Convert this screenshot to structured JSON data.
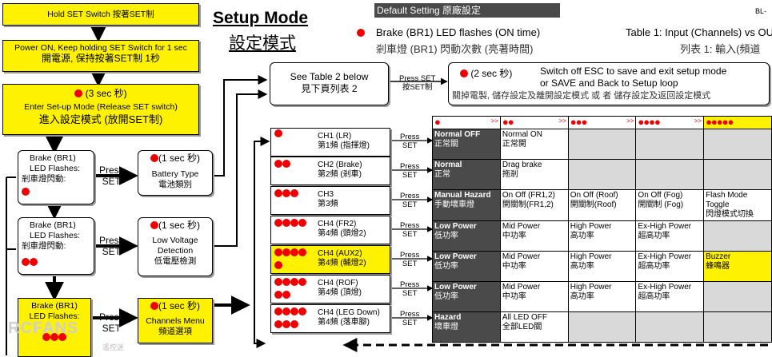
{
  "header": {
    "title": "Setup Mode",
    "title_cn": "設定模式",
    "default_setting": "Default Setting 原廠設定",
    "corner_code": "BL-",
    "legend_en": "Brake (BR1) LED flashes (ON time)",
    "legend_cn": "剎車燈 (BR1) 閃動次數 (亮著時間)",
    "table_title_en": "Table 1: Input (Channels) vs OU",
    "table_title_cn": "列表 1: 輸入(頻道"
  },
  "left_flow": {
    "step1": "Hold SET Switch 按著SET制",
    "step2_en": "Power ON, Keep holding SET Switch for 1 sec",
    "step2_cn": "開電源, 保持按著SET制 1秒",
    "step3_time": "(3 sec 秒)",
    "step3_en": "Enter Set-up Mode (Release SET switch)",
    "step3_cn": "進入設定模式 (放開SET制)",
    "brake_en": "Brake (BR1)",
    "led_flashes": "LED Flashes:",
    "led_cn": "剎車燈閃動:",
    "press": "Press",
    "set": "SET",
    "battery_time": "(1 sec 秒)",
    "battery_en": "Battery Type",
    "battery_cn": "電池類別",
    "lowv_time": "(1 sec 秒)",
    "lowv_en": "Low Voltage",
    "lowv_en2": "Detection",
    "lowv_cn": "低電壓檢測",
    "chan_time": "(1 sec 秒)",
    "chan_en": "Channels Menu",
    "chan_cn": "頻道選項"
  },
  "top_flow": {
    "see_table_en": "See Table 2 below",
    "see_table_cn": "見下頁列表 2",
    "press_set": "Press SET",
    "press_set_cn": "按SET制",
    "save_time": "(2 sec 秒)",
    "save_en1": "Switch off ESC to save and exit setup mode",
    "save_en2": "or SAVE and Back to Setup loop",
    "save_cn": "關掉電製, 儲存設定及離開設定模式 或 者 儲存設定及返回設定模式"
  },
  "channels": [
    {
      "en": "CH1 (LR)",
      "cn": "第1頻 (指揮燈)"
    },
    {
      "en": "CH2 (Brake)",
      "cn": "第2頻 (剎車)"
    },
    {
      "en": "CH3",
      "cn": "第3頻"
    },
    {
      "en": "CH4 (FR2)",
      "cn": "第4頻 (頭燈2)"
    },
    {
      "en": "CH4 (AUX2)",
      "cn": "第4頻 (輔燈2)"
    },
    {
      "en": "CH4 (ROF)",
      "cn": "第4頻 (頂燈)"
    },
    {
      "en": "CH4 (LEG Down)",
      "cn": "第4頻 (落車腳)"
    }
  ],
  "grid": [
    [
      [
        "Normal OFF",
        "正常關"
      ],
      [
        "Normal ON",
        "正常開"
      ],
      [
        "",
        ""
      ],
      [
        "",
        ""
      ],
      [
        "",
        ""
      ]
    ],
    [
      [
        "Normal",
        "正常"
      ],
      [
        "Drag brake",
        "拖剎"
      ],
      [
        "",
        ""
      ],
      [
        "",
        ""
      ],
      [
        "",
        ""
      ]
    ],
    [
      [
        "Manual Hazard",
        "手動壞車燈"
      ],
      [
        "On Off (FR1,2)",
        "開關制(FR1,2)"
      ],
      [
        "On Off (Roof)",
        "開關制(Roof)"
      ],
      [
        "On Off (Fog)",
        "開關制 (Fog)"
      ],
      [
        "Flash Mode Toggle",
        "閃燈模式切換"
      ]
    ],
    [
      [
        "Low Power",
        "低功率"
      ],
      [
        "Mid Power",
        "中功率"
      ],
      [
        "High Power",
        "高功率"
      ],
      [
        "Ex-High Power",
        "超高功率"
      ],
      [
        "",
        ""
      ]
    ],
    [
      [
        "Low Power",
        "低功率"
      ],
      [
        "Mid Power",
        "中功率"
      ],
      [
        "High Power",
        "高功率"
      ],
      [
        "Ex-High Power",
        "超高功率"
      ],
      [
        "Buzzer",
        "蜂鳴器"
      ]
    ],
    [
      [
        "Low Power",
        "低功率"
      ],
      [
        "Mid Power",
        "中功率"
      ],
      [
        "High Power",
        "高功率"
      ],
      [
        "Ex-High Power",
        "超高功率"
      ],
      [
        "",
        ""
      ]
    ],
    [
      [
        "Hazard",
        "壞車燈"
      ],
      [
        "All LED OFF",
        "全部LED關"
      ],
      [
        "",
        ""
      ],
      [
        "",
        ""
      ],
      [
        "",
        ""
      ]
    ]
  ],
  "watermark": "RCFANS",
  "watermark_sub": "遙控迷",
  "colors": {
    "yellow": "#fff200",
    "red": "#e00000",
    "dark_cell": "#4a4a4a",
    "gray_cell": "#d9d9d9"
  }
}
